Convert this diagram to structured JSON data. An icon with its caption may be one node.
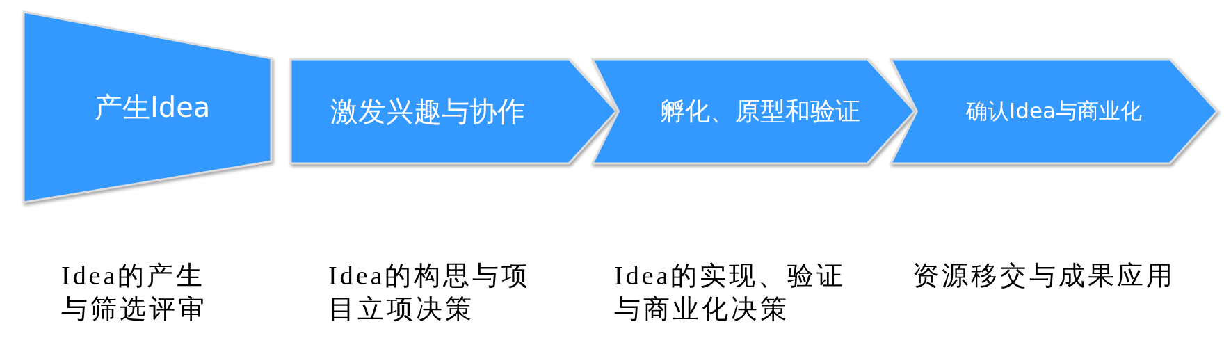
{
  "diagram": {
    "nodes": [
      {
        "text": [
          "产生Idea"
        ],
        "beside": [
          "Idea的产生与筛选评审"
        ]
      },
      {
        "text": [
          "激发兴趣与协作"
        ],
        "beside": [
          "Idea的构思与项目立项决策"
        ]
      },
      {
        "text": [
          "孵化、原型和验证"
        ],
        "beside": [
          "Idea的实现、验证与商业化决策"
        ]
      },
      {
        "text": [
          "确认Idea与商业化"
        ],
        "beside": [
          "资源移交与成果应用"
        ]
      }
    ]
  }
}
